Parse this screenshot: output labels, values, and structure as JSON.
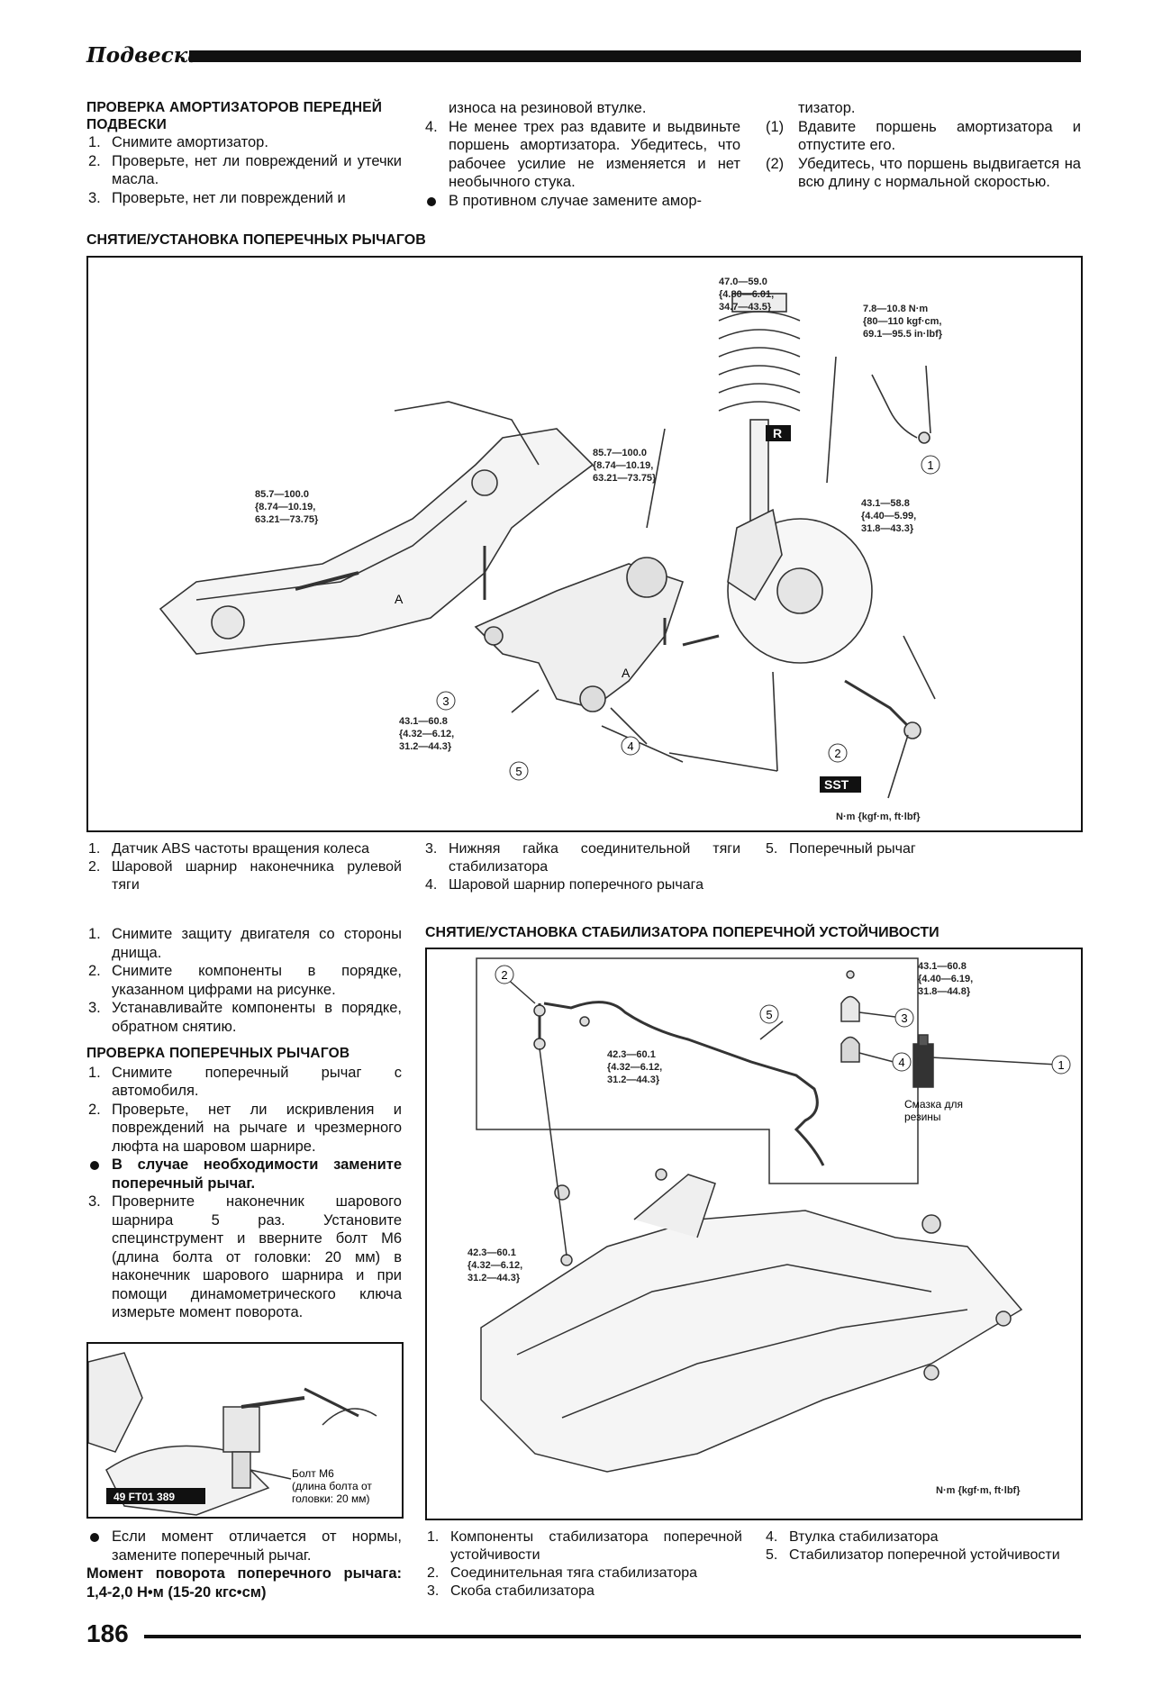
{
  "header": {
    "title": "Подвеска"
  },
  "top": {
    "c1_title": "Проверка амортизаторов передней подвески",
    "c1": [
      {
        "n": "1.",
        "t": "Снимите амортизатор."
      },
      {
        "n": "2.",
        "t": "Проверьте, нет ли повреждений и утечки масла."
      },
      {
        "n": "3.",
        "t": "Проверьте, нет ли повреждений и"
      }
    ],
    "c2_cont": "износа на резиновой втулке.",
    "c2": [
      {
        "n": "4.",
        "t": "Не менее трех раз вдавите и выдвиньте поршень амортизатора. Убедитесь, что рабочее усилие не изменяется и нет необычного стука."
      }
    ],
    "c2_bullet": "В противном случае замените амор-",
    "c3_cont": "тизатор.",
    "c3": [
      {
        "n": "(1)",
        "t": "Вдавите поршень амортизатора и отпустите его."
      },
      {
        "n": "(2)",
        "t": "Убедитесь, что поршень выдвигается на всю длину с нормальной скоростью."
      }
    ]
  },
  "fig1": {
    "title": "СНЯТИЕ/УСТАНОВКА ПОПЕРЕЧНЫХ РЫЧАГОВ",
    "t1": [
      "47.0—59.0",
      "{4.80—6.01,",
      "34.7—43.5}"
    ],
    "t2": [
      "7.8—10.8 N·m",
      "{80—110 kgf·cm,",
      "69.1—95.5 in·lbf}"
    ],
    "t3": [
      "85.7—100.0",
      "{8.74—10.19,",
      "63.21—73.75}"
    ],
    "t4": [
      "85.7—100.0",
      "{8.74—10.19,",
      "63.21—73.75}"
    ],
    "t5": [
      "43.1—58.8",
      "{4.40—5.99,",
      "31.8—43.3}"
    ],
    "t6": [
      "43.1—60.8",
      "{4.32—6.12,",
      "31.2—44.3}"
    ],
    "units": "N·m {kgf·m, ft·lbf}",
    "r_badge": "R",
    "sst_badge": "SST",
    "a_label": "A",
    "nums": [
      "1",
      "2",
      "3",
      "4",
      "5"
    ]
  },
  "cap1": {
    "c1": [
      {
        "n": "1.",
        "t": "Датчик ABS частоты вращения колеса"
      },
      {
        "n": "2.",
        "t": "Шаровой шарнир наконечника рулевой тяги"
      }
    ],
    "c2": [
      {
        "n": "3.",
        "t": "Нижняя гайка соединительной тяги стабилизатора"
      },
      {
        "n": "4.",
        "t": "Шаровой шарнир поперечного рычага"
      }
    ],
    "c3": [
      {
        "n": "5.",
        "t": "Поперечный рычаг"
      }
    ]
  },
  "left": {
    "steps": [
      {
        "n": "1.",
        "t": "Снимите защиту двигателя со стороны днища."
      },
      {
        "n": "2.",
        "t": "Снимите компоненты в порядке, указанном цифрами на рисунке."
      },
      {
        "n": "3.",
        "t": "Устанавливайте компоненты в порядке, обратном снятию."
      }
    ],
    "check_title": "Проверка поперечных рычагов",
    "check": [
      {
        "n": "1.",
        "t": "Снимите поперечный рычаг с автомобиля."
      },
      {
        "n": "2.",
        "t": "Проверьте, нет ли искривления и повреждений на рычаге и чрезмерного люфта на шаровом шарнире."
      }
    ],
    "bullet1": "В случае необходимости замените поперечный рычаг.",
    "check3": {
      "n": "3.",
      "t": "Проверните наконечник шарового шарнира 5 раз. Установите специнструмент и вверните болт M6 (длина болта от головки: 20 мм) в наконечник шарового шарнира и при помощи динамометрического ключа измерьте момент поворота."
    },
    "fig_tool": "49 FT01 389",
    "fig_bolt": [
      "Болт M6",
      "(длина болта от",
      "головки: 20 мм)"
    ],
    "bullet2": "Если момент отличается от нормы, замените поперечный рычаг.",
    "torque": "Момент поворота поперечного рычага: 1,4-2,0 Н•м (15-20 кгс•см)"
  },
  "fig2": {
    "title": "СНЯТИЕ/УСТАНОВКА СТАБИЛИЗАТОРА ПОПЕРЕЧНОЙ УСТОЙЧИВОСТИ",
    "t1": [
      "43.1—60.8",
      "{4.40—6.19,",
      "31.8—44.8}"
    ],
    "t2": [
      "42.3—60.1",
      "{4.32—6.12,",
      "31.2—44.3}"
    ],
    "t3": [
      "42.3—60.1",
      "{4.32—6.12,",
      "31.2—44.3}"
    ],
    "grease": [
      "Смазка для",
      "резины"
    ],
    "units": "N·m {kgf·m, ft·lbf}",
    "nums": [
      "1",
      "2",
      "3",
      "4",
      "5"
    ]
  },
  "cap2": {
    "c1": [
      {
        "n": "1.",
        "t": "Компоненты стабилизатора поперечной устойчивости"
      },
      {
        "n": "2.",
        "t": "Соединительная тяга стабилизатора"
      },
      {
        "n": "3.",
        "t": "Скоба стабилизатора"
      }
    ],
    "c2": [
      {
        "n": "4.",
        "t": "Втулка стабилизатора"
      },
      {
        "n": "5.",
        "t": "Стабилизатор поперечной устойчивости"
      }
    ]
  },
  "footer": {
    "page": "186"
  }
}
